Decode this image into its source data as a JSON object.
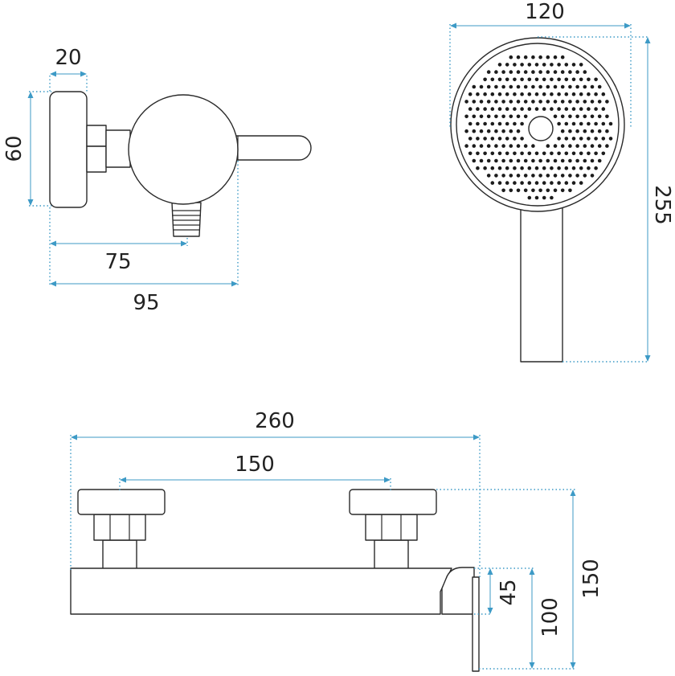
{
  "colors": {
    "dimension_line": "#3d9ac6",
    "outline": "#2a2a2a",
    "spray_holes": "#1c1c1c",
    "background": "#ffffff"
  },
  "side_view": {
    "dim_depth_wall": "20",
    "dim_height": "60",
    "dim_outlet_distance": "75",
    "dim_total_depth": "95"
  },
  "shower_head": {
    "dim_diameter": "120",
    "dim_length": "255"
  },
  "front_view": {
    "dim_total_width": "260",
    "dim_connection_spacing": "150",
    "dim_body_height": "45",
    "dim_outlet_height": "100",
    "dim_total_height": "150"
  }
}
